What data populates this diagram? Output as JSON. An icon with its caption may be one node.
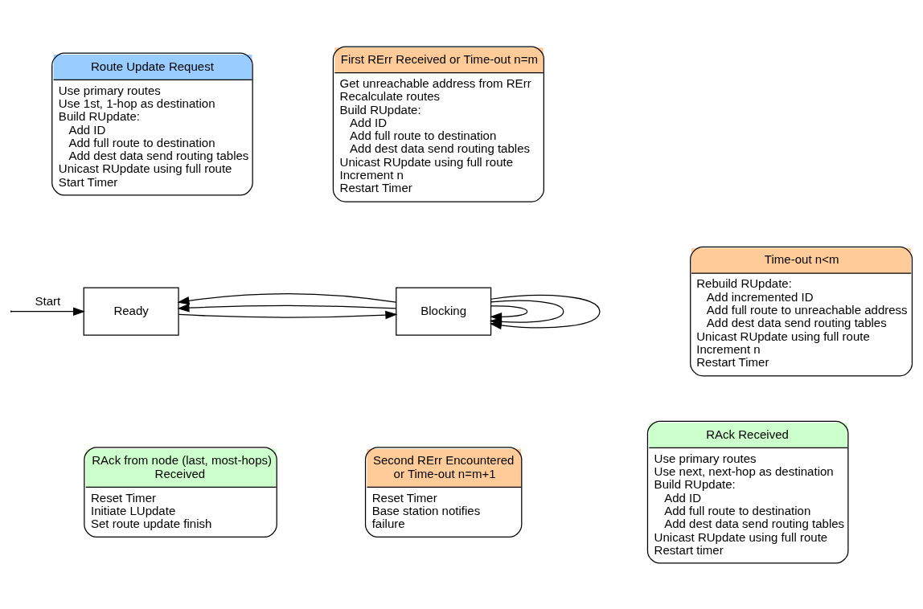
{
  "diagram": {
    "nodes": [
      {
        "text": [
          "First RErr Received or Time-out n=m",
          "Get unreachable address from RErr",
          "Recalculate routes",
          "Build RUpdate:",
          "Add ID",
          "Add full route to destination",
          "Add dest data send routing tables",
          "Unicast RUpdate using full route",
          "Increment n",
          "Restart Timer"
        ]
      },
      {
        "text": [
          "Route Update Request",
          "Use primary routes",
          "Use 1st, 1-hop as destination",
          "Build RUpdate:",
          "Add ID",
          "Add full route to destination",
          "Add dest data send routing tables",
          "Unicast RUpdate using full route",
          "Start Timer"
        ]
      },
      {
        "text": [
          "Time-out n<m",
          "Rebuild RUpdate:",
          "Add incremented ID",
          "Add full route to unreachable address",
          "Add dest data send routing tables",
          "Unicast RUpdate using full route",
          "Increment n",
          "Restart Timer"
        ]
      },
      {
        "text": [
          "Ready"
        ]
      },
      {
        "text": [
          "Blocking"
        ]
      },
      {
        "text": [
          "RAck from node (last, most-hops) Received",
          "Reset Timer",
          "Initiate LUpdate",
          "Set route update finish"
        ]
      },
      {
        "text": [
          "Second RErr Encountered or Time-out n=m+1",
          "Reset Timer",
          "Base station notifies failure"
        ]
      },
      {
        "text": [
          "RAck Received",
          "Use primary routes",
          "Use next, next-hop as destination",
          "Build RUpdate:",
          "Add ID",
          "Add full route to destination",
          "Add dest data send routing tables",
          "Unicast RUpdate using full route",
          "Restart timer"
        ]
      }
    ],
    "edges": [
      {
        "from": null,
        "to": 3,
        "arrow": "to",
        "label": "Start"
      },
      {
        "from": 3,
        "to": 4,
        "arrow": "to"
      },
      {
        "from": 4,
        "to": 4,
        "arrow": "to"
      },
      {
        "from": 4,
        "to": 4,
        "arrow": "to"
      },
      {
        "from": 4,
        "to": 4,
        "arrow": "to"
      },
      {
        "from": 4,
        "to": 3,
        "arrow": "to"
      },
      {
        "from": 4,
        "to": 3,
        "arrow": "to"
      }
    ]
  }
}
